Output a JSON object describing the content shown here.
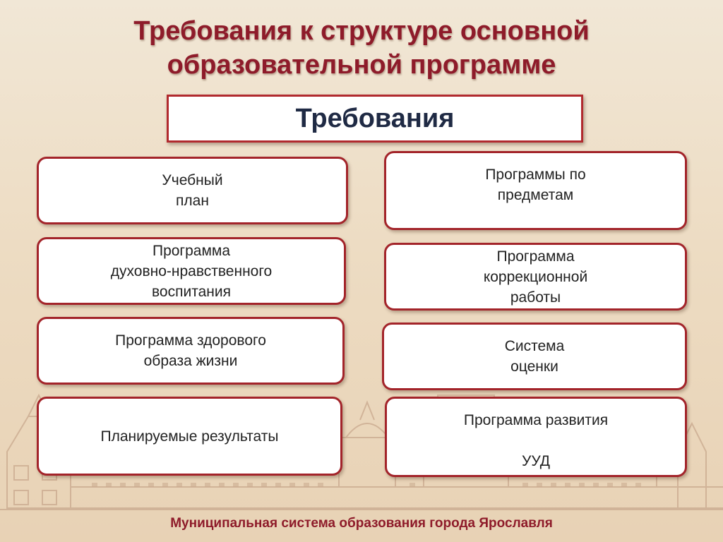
{
  "slide": {
    "title_line1": "Требования к структуре основной",
    "title_line2": "образовательной программе",
    "header": "Требования",
    "left_items": [
      "Учебный\nплан",
      "Программа\nдуховно-нравственного\nвоспитания",
      "Программа здорового\nобраза жизни",
      "Планируемые результаты"
    ],
    "right_items": [
      "Программы по\nпредметам",
      "Программа\nкоррекционной\nработы",
      "Система\nоценки",
      "Программа развития\n\nУУД"
    ],
    "footer": "Муниципальная система образования города Ярославля"
  },
  "colors": {
    "title": "#8e1b2a",
    "box_border": "#a3242a",
    "header_text": "#1f2a44",
    "background": "#eddcc3"
  }
}
